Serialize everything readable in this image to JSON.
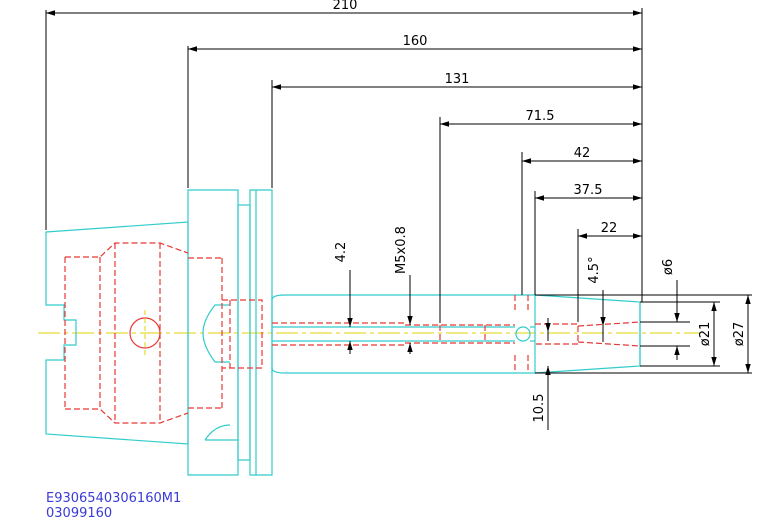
{
  "colors": {
    "outline": "#33cccc",
    "hidden": "#e53935",
    "center": "#e0d000",
    "dimension": "#000000",
    "part_code": "#3a3ad6"
  },
  "dimensions": {
    "d210": "210",
    "d160": "160",
    "d131": "131",
    "d71_5": "71.5",
    "d42": "42",
    "d37_5": "37.5",
    "d22": "22",
    "d4_2": "4.2",
    "thread": "M5x0.8",
    "angle": "4.5°",
    "dia6": "ø6",
    "dia21": "ø21",
    "dia27": "ø27",
    "d10_5": "10.5"
  },
  "part_code": {
    "line1": "E9306540306160M1",
    "line2": "03099160"
  }
}
